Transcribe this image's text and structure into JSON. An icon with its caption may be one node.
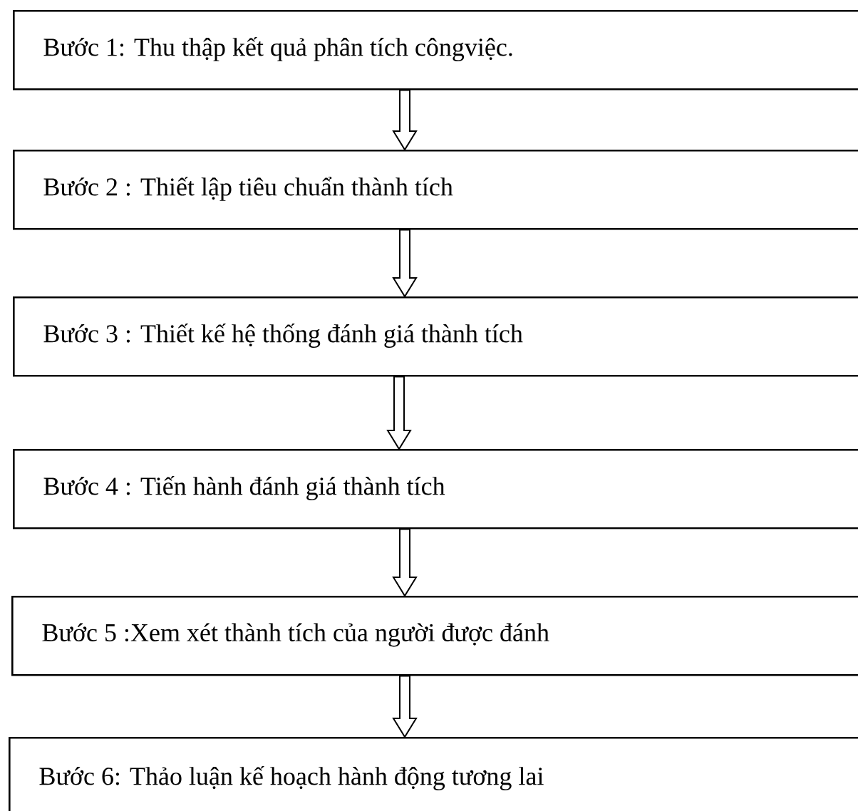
{
  "diagram": {
    "nodes": [
      {
        "text": [
          "Bước 1: Thu thập kết quả phân tích côngviệc."
        ]
      },
      {
        "text": [
          "Bước 2 : Thiết lập tiêu chuẩn thành tích"
        ]
      },
      {
        "text": [
          "Bước 3 : Thiết kế hệ thống đánh giá thành tích"
        ]
      },
      {
        "text": [
          "Bước 4 : Tiến hành đánh giá thành tích"
        ]
      },
      {
        "text": [
          "Bước 5 :Xem xét thành tích của người được đánh"
        ]
      },
      {
        "text": [
          "Bước 6: Thảo luận kế hoạch hành động tương lai"
        ]
      }
    ],
    "edges": [
      {
        "from": 0,
        "to": 1,
        "arrow": "to"
      },
      {
        "from": 1,
        "to": 2,
        "arrow": "to"
      },
      {
        "from": 2,
        "to": 3,
        "arrow": "to"
      },
      {
        "from": 3,
        "to": 4,
        "arrow": "to"
      },
      {
        "from": 4,
        "to": 5,
        "arrow": "to"
      }
    ]
  }
}
